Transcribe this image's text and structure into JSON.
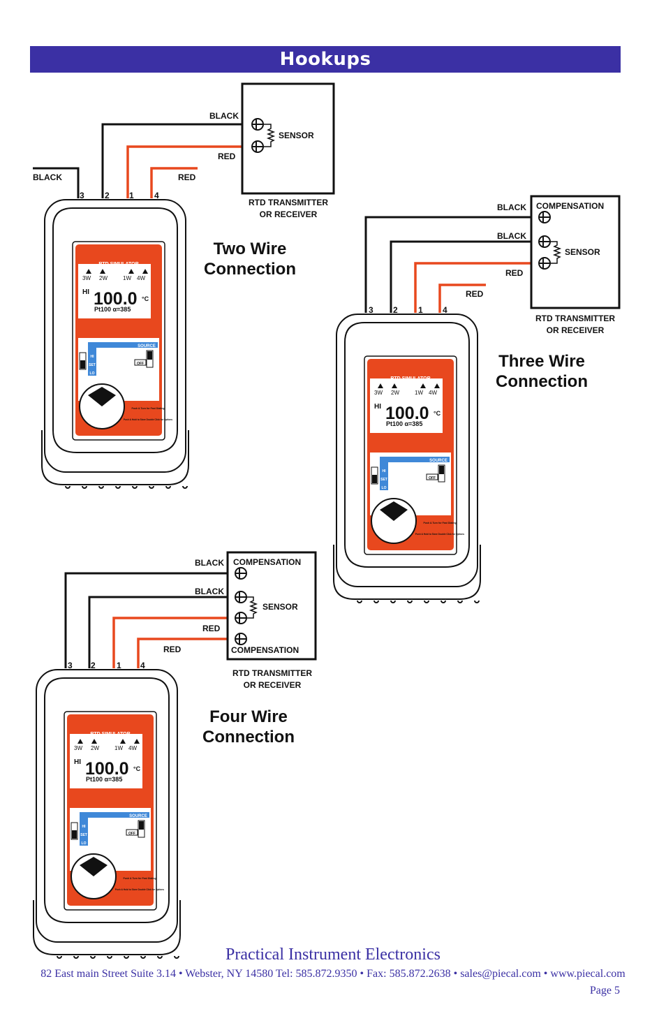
{
  "header": {
    "title": "Hookups"
  },
  "labels": {
    "black": "BLACK",
    "red": "RED",
    "sensor": "SENSOR",
    "compensation": "COMPENSATION",
    "rtd_line1": "RTD TRANSMITTER",
    "rtd_line2": "OR RECEIVER",
    "t1": "3",
    "t2": "2",
    "t3": "1",
    "t4": "4"
  },
  "device": {
    "title": "RTD SIMULATOR",
    "modes": [
      "3W",
      "2W",
      "1W",
      "4W"
    ],
    "hi": "HI",
    "reading": "100.0",
    "unit": "°C",
    "sensor_type": "Pt100 α=385",
    "source": "SOURCE",
    "hi_btn": "HI",
    "set_btn": "SET",
    "lo_btn": "LO",
    "off": "OFF",
    "instr1": "Push & Turn for Fast Dialing",
    "instr2": "Push & Hold to Store Double Click for Options"
  },
  "connections": {
    "two": {
      "line1": "Two Wire",
      "line2": "Connection"
    },
    "three": {
      "line1": "Three Wire",
      "line2": "Connection"
    },
    "four": {
      "line1": "Four Wire",
      "line2": "Connection"
    }
  },
  "footer": {
    "company": "Practical Instrument Electronics",
    "address": "82 East main Street Suite 3.14 • Webster, NY 14580 Tel: 585.872.9350 • Fax: 585.872.2638 • sales@piecal.com • www.piecal.com",
    "page": "Page 5"
  },
  "colors": {
    "banner": "#3b30a4",
    "red_wire": "#e8481e",
    "device_red": "#e8481e",
    "source_blue": "#3f88d8",
    "text_blue": "#3b30a4"
  }
}
